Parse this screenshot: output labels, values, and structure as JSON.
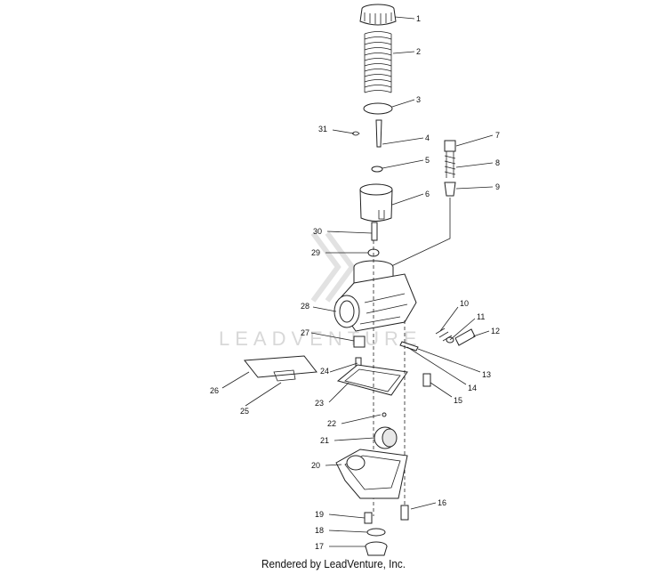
{
  "watermark": "LEADVENTURE",
  "footer": "Rendered by LeadVenture, Inc.",
  "callouts": [
    "1",
    "2",
    "3",
    "4",
    "5",
    "6",
    "7",
    "8",
    "9",
    "10",
    "11",
    "12",
    "13",
    "14",
    "15",
    "16",
    "17",
    "18",
    "19",
    "20",
    "21",
    "22",
    "23",
    "24",
    "25",
    "26",
    "27",
    "28",
    "29",
    "30",
    "31"
  ]
}
